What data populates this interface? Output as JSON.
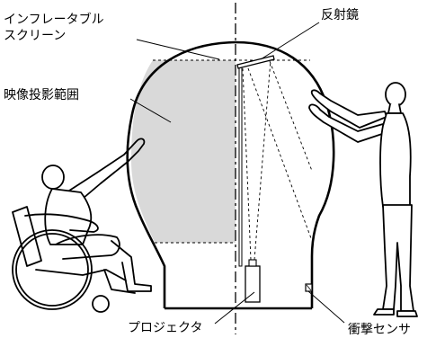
{
  "labels": {
    "inflatable_screen_line1": "インフレータブル",
    "inflatable_screen_line2": "スクリーン",
    "mirror": "反射鏡",
    "projection_area": "映像投影範囲",
    "projector": "プロジェクタ",
    "impact_sensor": "衝撃センサ"
  },
  "colors": {
    "line": "#000000",
    "projection_fill": "#d9d9d9",
    "background": "#ffffff"
  }
}
